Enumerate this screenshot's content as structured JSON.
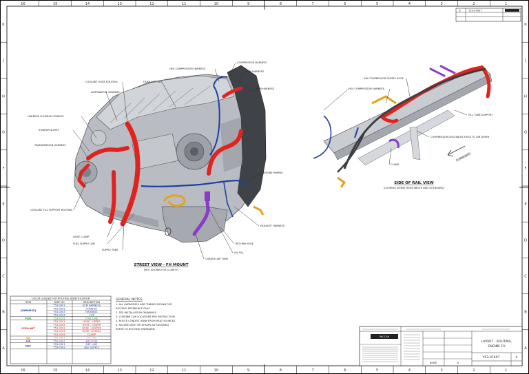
{
  "zones": {
    "cols_top": [
      "16",
      "15",
      "14",
      "13",
      "12",
      "11",
      "10",
      "9",
      "8",
      "7",
      "6",
      "5",
      "4",
      "3",
      "2",
      "1"
    ],
    "cols_bottom": [
      "16",
      "15",
      "14",
      "13",
      "12",
      "11",
      "10",
      "9",
      "8",
      "7",
      "6",
      "5",
      "4",
      "3",
      "2",
      "1"
    ],
    "rows": [
      "K",
      "J",
      "H",
      "G",
      "F",
      "E",
      "D",
      "C",
      "B",
      "A"
    ]
  },
  "colors": {
    "red_harness": "#e0231f",
    "blue_harness": "#1f3f9e",
    "orange_harness": "#e8a020",
    "purple_harness": "#8a3cc8",
    "engine_gray": "#b9bcc2",
    "dark_gray": "#55585e"
  },
  "header_box": {
    "number": "Y53-07607",
    "rev": "D"
  },
  "views": {
    "main": {
      "title": "STREET VIEW - FH MOUNT",
      "subtitle": "(NOT SHOWN FOR CLARITY)"
    },
    "inset": {
      "title": "SIDE OF RAIL VIEW",
      "subtitle": "(LOOKING DOWN FROM ABOVE AND OUTBOARD)"
    },
    "forward_label": "FORWARD"
  },
  "callouts": {
    "main": [
      "HEX COMPRESSOR HARNESS",
      "COMPRESSOR HARNESS",
      "ECM HARNESS",
      "HOSE SUPPORT",
      "ECM HARNESS",
      "COOLANT HOSE ROUTING",
      "ALTERNATOR HARNESS",
      "HARNESS FLEXIBLE CONDUIT",
      "STARTER SUPPLY",
      "TRANSMISSION HARNESS",
      "COOLANT FILL SUPPORT ROUTING",
      "ENGINE WIRING",
      "EXHAUST HARNESS",
      "HOSE CLAMP",
      "SUPPLY TUBE",
      "RETURN HOSE",
      "OIL FILL",
      "CHARGE AIR TUBE",
      "FUEL SUPPLY LINE"
    ],
    "inset": [
      "AIR COMPRESSOR SUPPLY HOSE",
      "HEX COMPRESSOR HARNESS",
      "FILL TUBE SUPPORT",
      "COMPRESSOR DISCHARGE HOSE TO AIR DRYER",
      "CLAMP"
    ]
  },
  "notes": {
    "heading": "GENERAL NOTES",
    "lines": [
      "1. ALL HARNESSES AND TUBING SHOWN FOR",
      "   ROUTING REFERENCE ONLY",
      "2. SEE INSTALLATION DRAWINGS",
      "3. CONFIRM CLIP LOCATIONS PER INSTRUCTION",
      "4. ROUTE CONDUIT AWAY FROM HEAT SOURCES",
      "5. SECURE WITH TIE STRAPS AS REQUIRED",
      "   REFER TO ROUTING STANDARD"
    ]
  },
  "legend": {
    "title": "COLOR LEGEND FOR ROUTING IDENTIFICATION",
    "headers": [
      "ITEM",
      "PART NO",
      "DESCRIPTION"
    ],
    "groups": [
      {
        "name": "[HARNESS]",
        "color": "#1f3f9e",
        "rows": [
          [
            "Y53-0001",
            "ECM HARNESS"
          ],
          [
            "Y53-0002",
            "CONDUIT"
          ],
          [
            "Y53-0003",
            "HARNESS"
          ],
          [
            "Y53-0004",
            "CLIP"
          ]
        ]
      },
      {
        "name": "FUEL",
        "color": "#20a040",
        "rows": [
          [
            "Y53-0101",
            "FUEL LINE"
          ]
        ]
      },
      {
        "name": "COOLANT",
        "color": "#e0231f",
        "rows": [
          [
            "Y53-0201",
            "HOSE - UPPER"
          ],
          [
            "Y53-0202",
            "HOSE - LOWER"
          ],
          [
            "Y53-0203",
            "HOSE - HEATER"
          ],
          [
            "Y53-0204",
            "HOSE - BYPASS"
          ],
          [
            "Y53-0205",
            "CLAMP"
          ]
        ]
      },
      {
        "name": "OIL",
        "color": "#e8a020",
        "rows": [
          [
            "Y53-0301",
            "OIL FILL"
          ]
        ]
      },
      {
        "name": "AIR",
        "color": "#8a3cc8",
        "rows": [
          [
            "Y53-0401",
            "AIR HOSE"
          ]
        ]
      },
      {
        "name": "DEF",
        "color": "#1f3f9e",
        "rows": [
          [
            "Y53-0501",
            "DEF LINE"
          ],
          [
            "Y53-0502",
            "DEF SUPPLY"
          ]
        ]
      }
    ]
  },
  "title_block": {
    "company": "PACCAR",
    "title_line1": "LAYOUT - ROUTING,",
    "title_line2": "ENGINE FH",
    "drawing_number": "Y53-07607",
    "sheet": "4",
    "scale": "NONE",
    "size": "D"
  }
}
